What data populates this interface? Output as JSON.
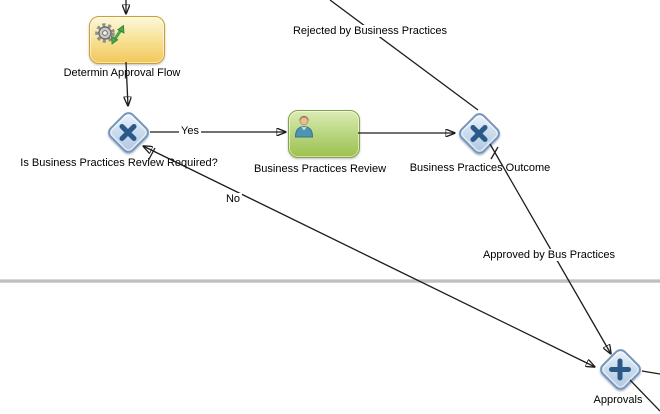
{
  "nodes": {
    "determine_approval_flow": {
      "label": "Determin Approval Flow",
      "type": "business-rule-task"
    },
    "review_required_gateway": {
      "label": "Is Business Practices Review Required?",
      "type": "exclusive-gateway"
    },
    "business_practices_review": {
      "label": "Business Practices Review",
      "type": "user-task"
    },
    "bp_outcome_gateway": {
      "label": "Business Practices Outcome",
      "type": "exclusive-gateway"
    },
    "approvals_gateway": {
      "label": "Approvals",
      "type": "parallel-gateway"
    }
  },
  "edges": {
    "yes": {
      "label": "Yes"
    },
    "no": {
      "label": "No"
    },
    "rejected": {
      "label": "Rejected by Business Practices"
    },
    "approved": {
      "label": "Approved by Bus Practices"
    }
  },
  "icons": {
    "business_rule_task": "gear-with-green-arrows-icon",
    "user_task": "person-icon",
    "exclusive_gateway": "x-mark-icon",
    "parallel_gateway": "plus-mark-icon"
  },
  "colors": {
    "canvas_bg": "#FFFFFF",
    "task_yellow_top": "#FDF7DC",
    "task_yellow_bottom": "#F2C75C",
    "task_yellow_border": "#CDA127",
    "task_green_top": "#DCEBB5",
    "task_green_bottom": "#9CC14F",
    "task_green_border": "#85A342",
    "gateway_fill_top": "#EEF5FC",
    "gateway_fill_bottom": "#AEC6E0",
    "gateway_border": "#7796BB",
    "gateway_symbol": "#2B5A88",
    "edge_line": "#1C1C1C",
    "lane_divider": "#BDBDBD"
  }
}
